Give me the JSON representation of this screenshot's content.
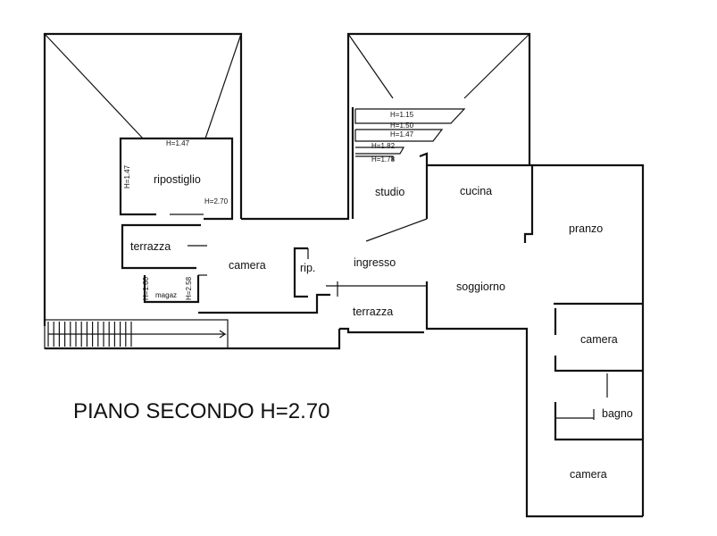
{
  "plan_title": "PIANO SECONDO H=2.70",
  "rooms": {
    "ripostiglio": "ripostiglio",
    "terrazza_left": "terrazza",
    "camera_left": "camera",
    "magaz": "magaz",
    "rip": "rip.",
    "ingresso": "ingresso",
    "terrazza_bottom": "terrazza",
    "studio": "studio",
    "cucina": "cucina",
    "pranzo": "pranzo",
    "soggiorno": "soggiorno",
    "camera_right_top": "camera",
    "bagno": "bagno",
    "camera_right_bottom": "camera"
  },
  "heights": {
    "h147_top": "H=1.47",
    "h147_side": "H=1.47",
    "h270": "H=2.70",
    "h160": "H=1.60",
    "h258": "H=2.58",
    "h115": "H=1.15",
    "h150": "H=1.50",
    "h147_studio": "H=1.47",
    "h182": "H=1.82",
    "h178": "H=1.78"
  }
}
